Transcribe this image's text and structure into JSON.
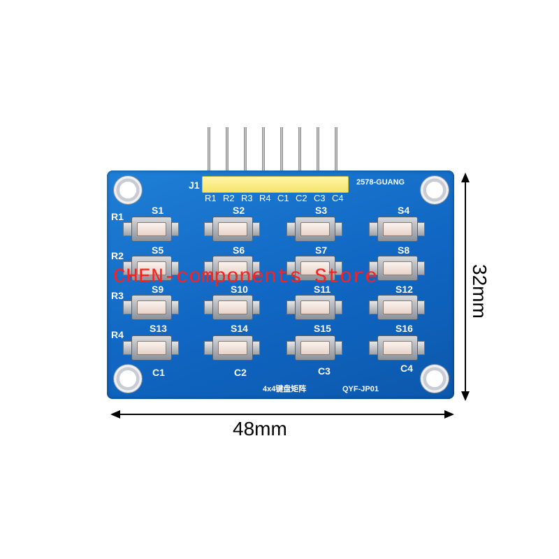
{
  "board": {
    "header_label": "J1",
    "part_code": "2578-GUANG",
    "pin_labels": [
      "R1",
      "R2",
      "R3",
      "R4",
      "C1",
      "C2",
      "C3",
      "C4"
    ],
    "row_labels": [
      "R1",
      "R2",
      "R3",
      "R4"
    ],
    "col_labels": [
      "C1",
      "C2",
      "C3",
      "C4"
    ],
    "switch_labels": [
      "S1",
      "S2",
      "S3",
      "S4",
      "S5",
      "S6",
      "S7",
      "S8",
      "S9",
      "S10",
      "S11",
      "S12",
      "S13",
      "S14",
      "S15",
      "S16"
    ],
    "footer_chinese": "4x4键盘矩阵",
    "footer_model": "QYF-JP01",
    "pcb_color": "#1066c2"
  },
  "watermark": {
    "text": "CHEN-components Store",
    "color": "#ff1f1f"
  },
  "dimensions": {
    "width_label": "48mm",
    "height_label": "32mm"
  }
}
